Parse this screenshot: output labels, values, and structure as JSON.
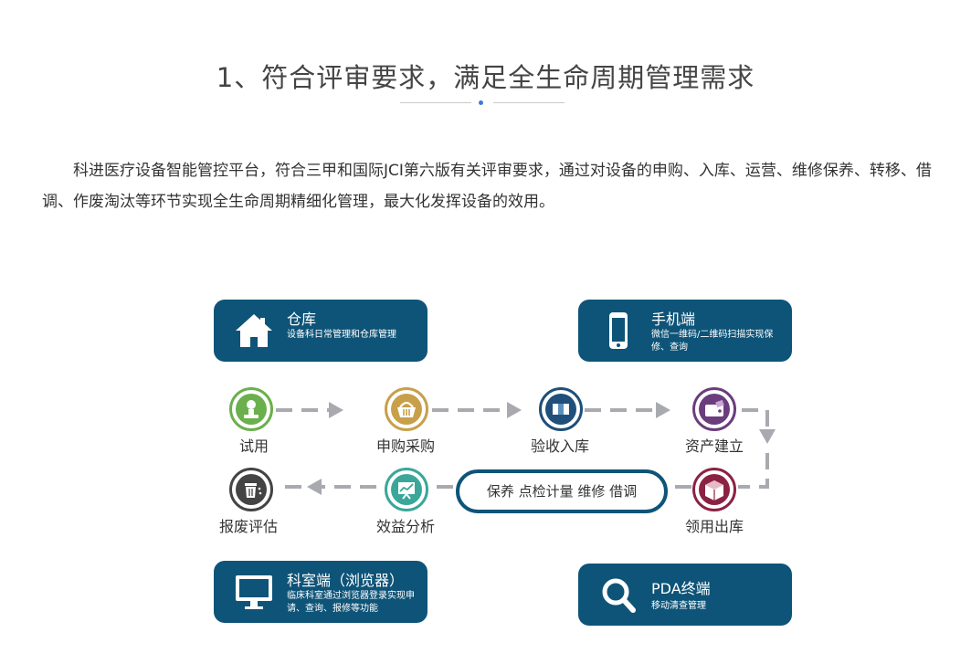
{
  "heading": {
    "title": "1、符合评审要求，满足全生命周期管理需求"
  },
  "intro": {
    "text": "科进医疗设备智能管控平台，符合三甲和国际JCI第六版有关评审要求，通过对设备的申购、入库、运营、维修保养、转移、借调、作废淘汰等环节实现全生命周期精细化管理，最大化发挥设备的效用。"
  },
  "cards": {
    "warehouse": {
      "title": "仓库",
      "desc": "设备科日常管理和仓库管理",
      "icon": "house-icon"
    },
    "mobile": {
      "title": "手机端",
      "desc": "微信一维码/二维码扫描实现保修、查询",
      "icon": "phone-icon"
    },
    "department": {
      "title": "科室端（浏览器）",
      "desc": "临床科室通过浏览器登录实现申请、查询、报修等功能",
      "icon": "monitor-icon"
    },
    "pda": {
      "title": "PDA终端",
      "desc": "移动清查管理",
      "icon": "magnifier-icon"
    }
  },
  "flow": {
    "trial": {
      "label": "试用",
      "icon": "user-stamp-icon",
      "color": "#6ab04c"
    },
    "apply": {
      "label": "申购采购",
      "icon": "basket-icon",
      "color": "#c8a04a"
    },
    "inspect": {
      "label": "验收入库",
      "icon": "box-icon",
      "color": "#1f4f7a"
    },
    "asset": {
      "label": "资产建立",
      "icon": "wallet-icon",
      "color": "#6b3d7d"
    },
    "issue": {
      "label": "领用出库",
      "icon": "package-icon",
      "color": "#8b2244"
    },
    "benefit": {
      "label": "效益分析",
      "icon": "chart-board-icon",
      "color": "#3aa79a"
    },
    "scrap": {
      "label": "报废评估",
      "icon": "trash-icon",
      "color": "#444444"
    },
    "maintenance": {
      "label": "保养  点检计量  维修  借调"
    }
  }
}
